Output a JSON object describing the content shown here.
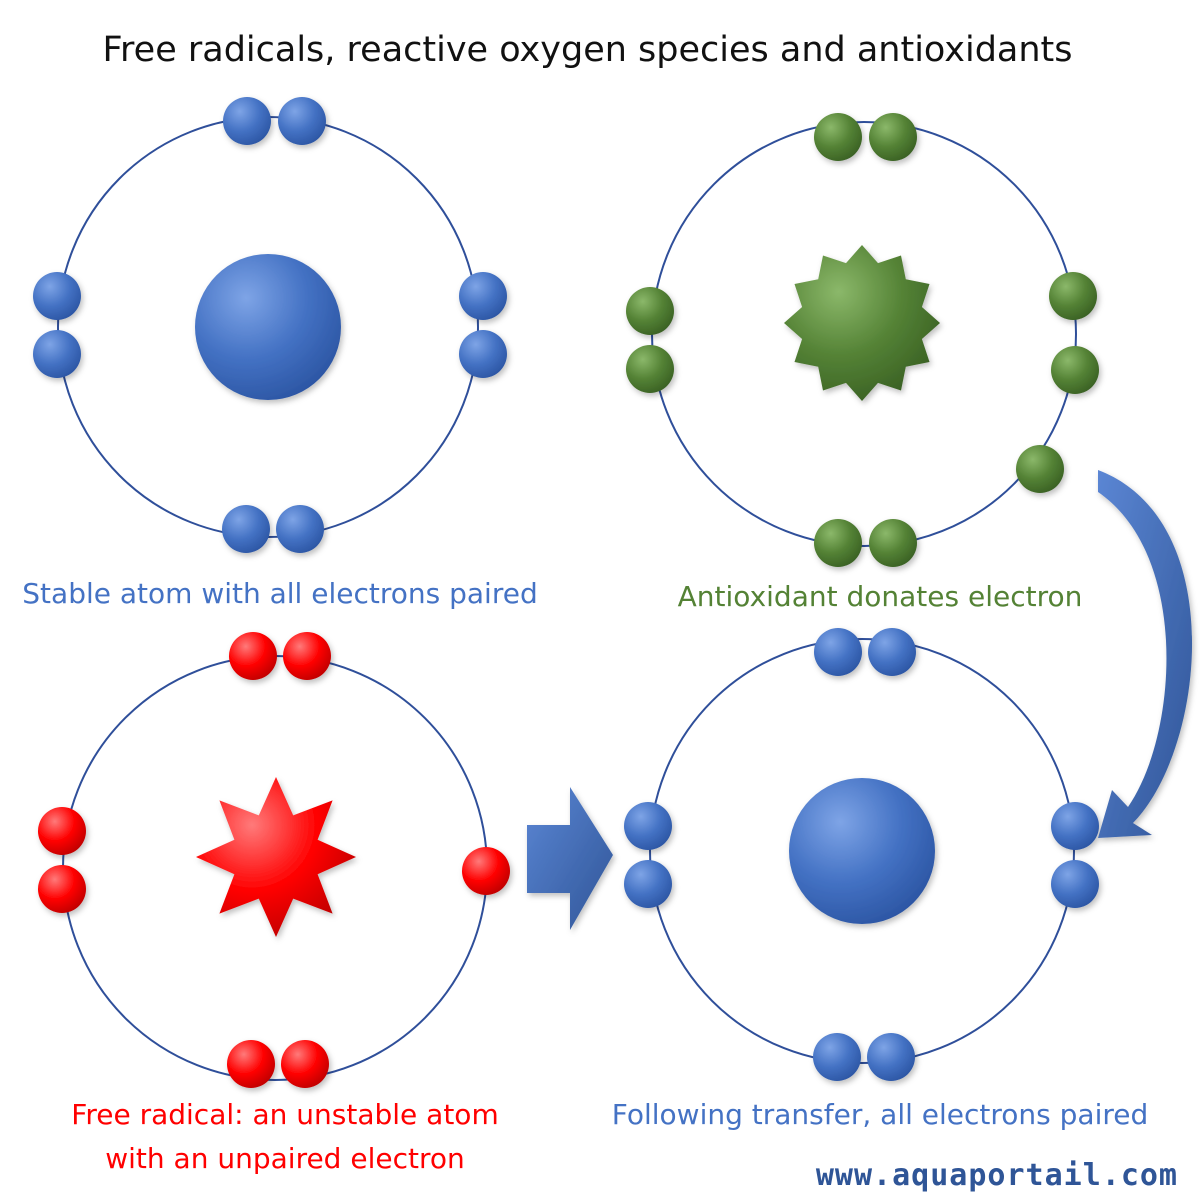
{
  "title": "Free radicals, reactive oxygen species and antioxidants",
  "captions": {
    "stable": "Stable atom with all electrons paired",
    "antioxidant": "Antioxidant donates electron",
    "free_radical_line1": "Free radical: an unstable atom",
    "free_radical_line2": "with an unpaired electron",
    "after_transfer": "Following transfer, all electrons paired"
  },
  "watermark": "www.aquaportail.com",
  "colors": {
    "blue": "#4472c4",
    "green": "#548235",
    "red": "#ff0000",
    "orbit": "#2f4f9a",
    "arrow": "#4472c4"
  }
}
